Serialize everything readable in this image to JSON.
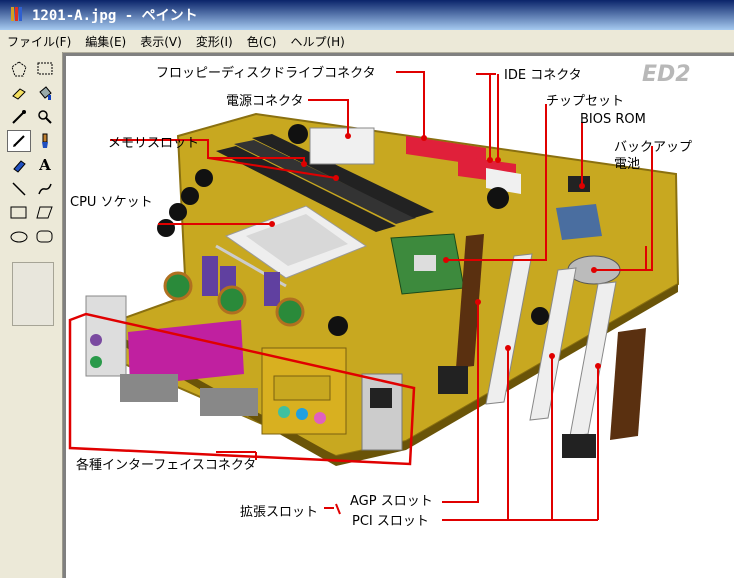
{
  "window": {
    "title": "1201-A.jpg - ペイント"
  },
  "menu": {
    "items": [
      "ファイル(F)",
      "編集(E)",
      "表示(V)",
      "変形(I)",
      "色(C)",
      "ヘルプ(H)"
    ]
  },
  "toolbox": {
    "tools": [
      "free-select",
      "rect-select",
      "eraser",
      "fill",
      "picker",
      "magnifier",
      "pencil",
      "brush",
      "airbrush",
      "text",
      "line",
      "curve",
      "rectangle",
      "polygon",
      "ellipse",
      "rounded-rect"
    ],
    "selected": "pencil"
  },
  "image": {
    "logo": "ED2",
    "labels": {
      "fdd": "フロッピーディスクドライブコネクタ",
      "ide": "IDE コネクタ",
      "power": "電源コネクタ",
      "chipset": "チップセット",
      "bios": "BIOS ROM",
      "memory": "メモリスロット",
      "backup_1": "バックアップ",
      "backup_2": "電池",
      "cpu": "CPU ソケット",
      "interface": "各種インターフェイスコネクタ",
      "agp": "AGP スロット",
      "expansion": "拡張スロット",
      "pci": "PCI スロット"
    }
  },
  "colors": {
    "title_start": "#0a246a",
    "title_end": "#a6caf0",
    "callout": "#e00000",
    "board": "#c8a820"
  }
}
